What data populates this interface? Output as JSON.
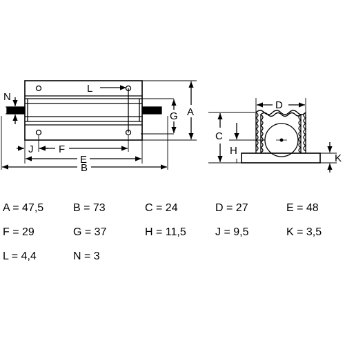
{
  "labels": {
    "N": "N",
    "L": "L",
    "G": "G",
    "A": "A",
    "J": "J",
    "F": "F",
    "E": "E",
    "B": "B",
    "D": "D",
    "C": "C",
    "H": "H",
    "K": "K"
  },
  "dimensions": [
    "A = 47,5",
    "B = 73",
    "C = 24",
    "D = 27",
    "E = 48",
    "F = 29",
    "G = 37",
    "H = 11,5",
    "J = 9,5",
    "K = 3,5",
    "L = 4,4",
    "N = 3"
  ]
}
